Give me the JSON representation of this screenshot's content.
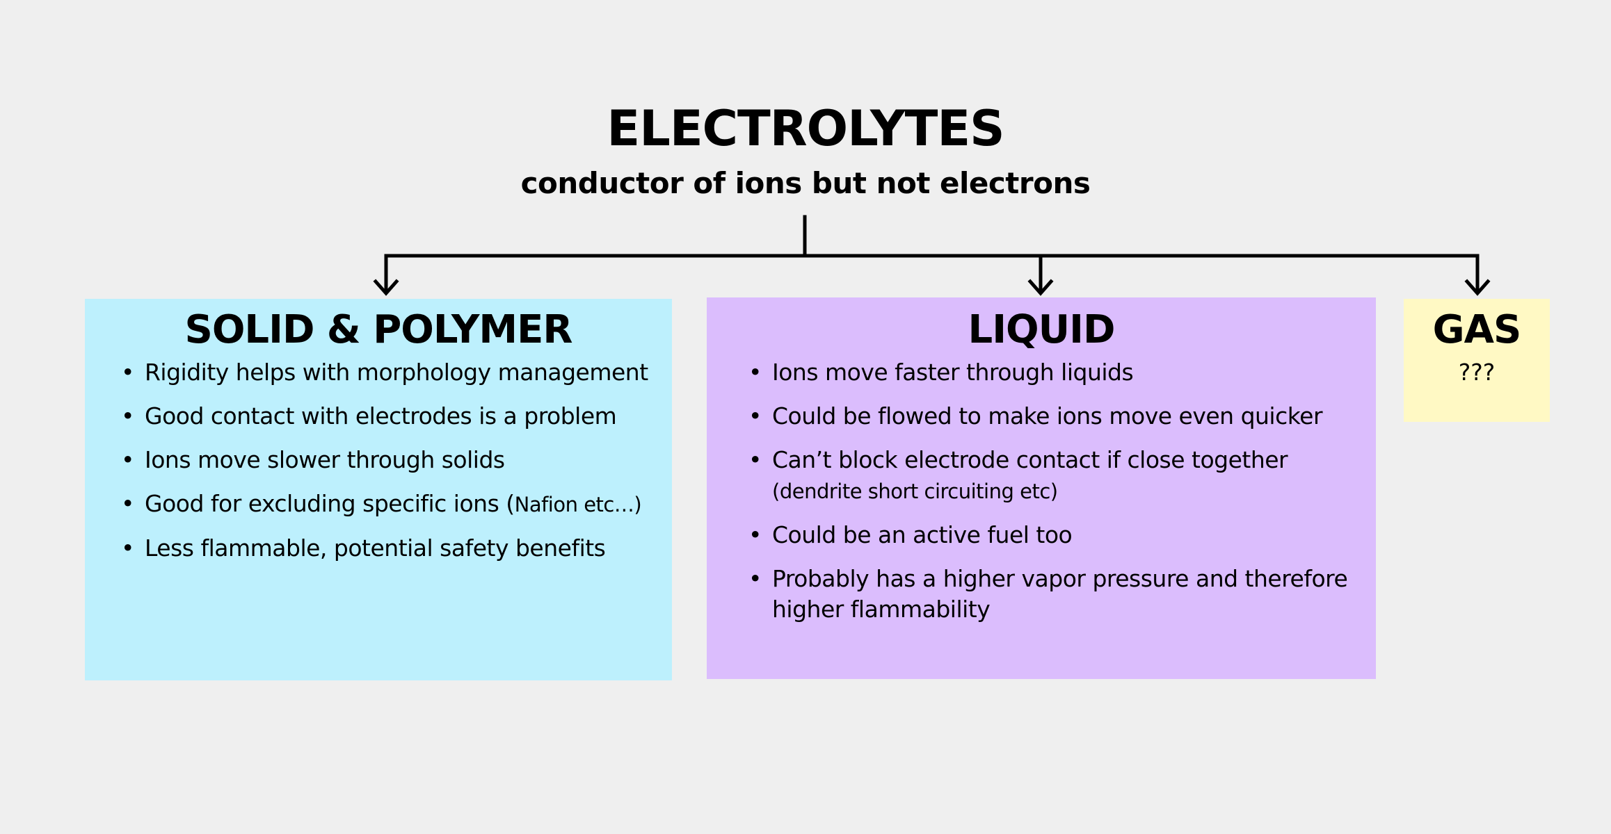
{
  "title": "ELECTROLYTES",
  "subtitle": "conductor of ions but not electrons",
  "categories": {
    "solid": {
      "heading": "SOLID & POLYMER",
      "items": [
        "Rigidity helps with morphology management",
        "Good contact with electrodes is a problem",
        "Ions move slower through solids",
        "Good for excluding specific ions (",
        "Less flammable, potential safety benefits"
      ],
      "item4_note": "Nafion etc…)"
    },
    "liquid": {
      "heading": "LIQUID",
      "items": [
        "Ions move faster through liquids",
        "Could be flowed to make ions move even quicker",
        "Can’t block electrode contact if close together",
        "Could be an active fuel too",
        "Probably has a higher vapor pressure and therefore higher flammability"
      ],
      "item3_note": "(dendrite short circuiting etc)"
    },
    "gas": {
      "heading": "GAS",
      "text": "???"
    }
  },
  "colors": {
    "background": "#efefef",
    "solid": "#bdf0fd",
    "liquid": "#dbbdfd",
    "gas": "#fff9c4",
    "lines": "#000000"
  }
}
